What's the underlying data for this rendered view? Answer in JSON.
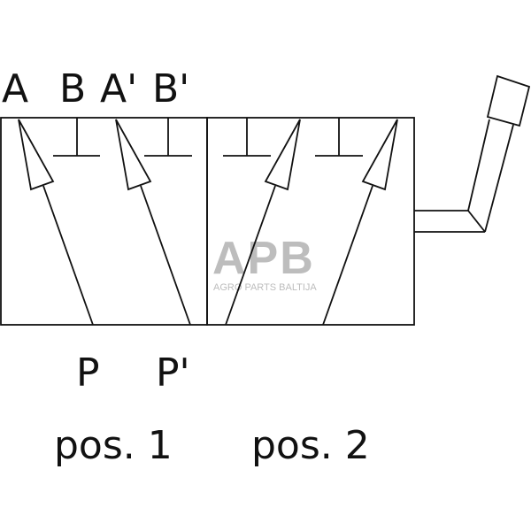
{
  "diagram": {
    "type": "hydraulic-directional-valve-symbol",
    "ports_top": [
      "A",
      "B",
      "A'",
      "B'"
    ],
    "ports_bottom": [
      "P",
      "P'"
    ],
    "positions": [
      "pos. 1",
      "pos. 2"
    ],
    "watermark": {
      "logo": "APB",
      "text": "AGRO PARTS BALTIJA",
      "color": "#bdbdbd"
    },
    "line_color": "#111111",
    "actuator": "manual-lever"
  }
}
